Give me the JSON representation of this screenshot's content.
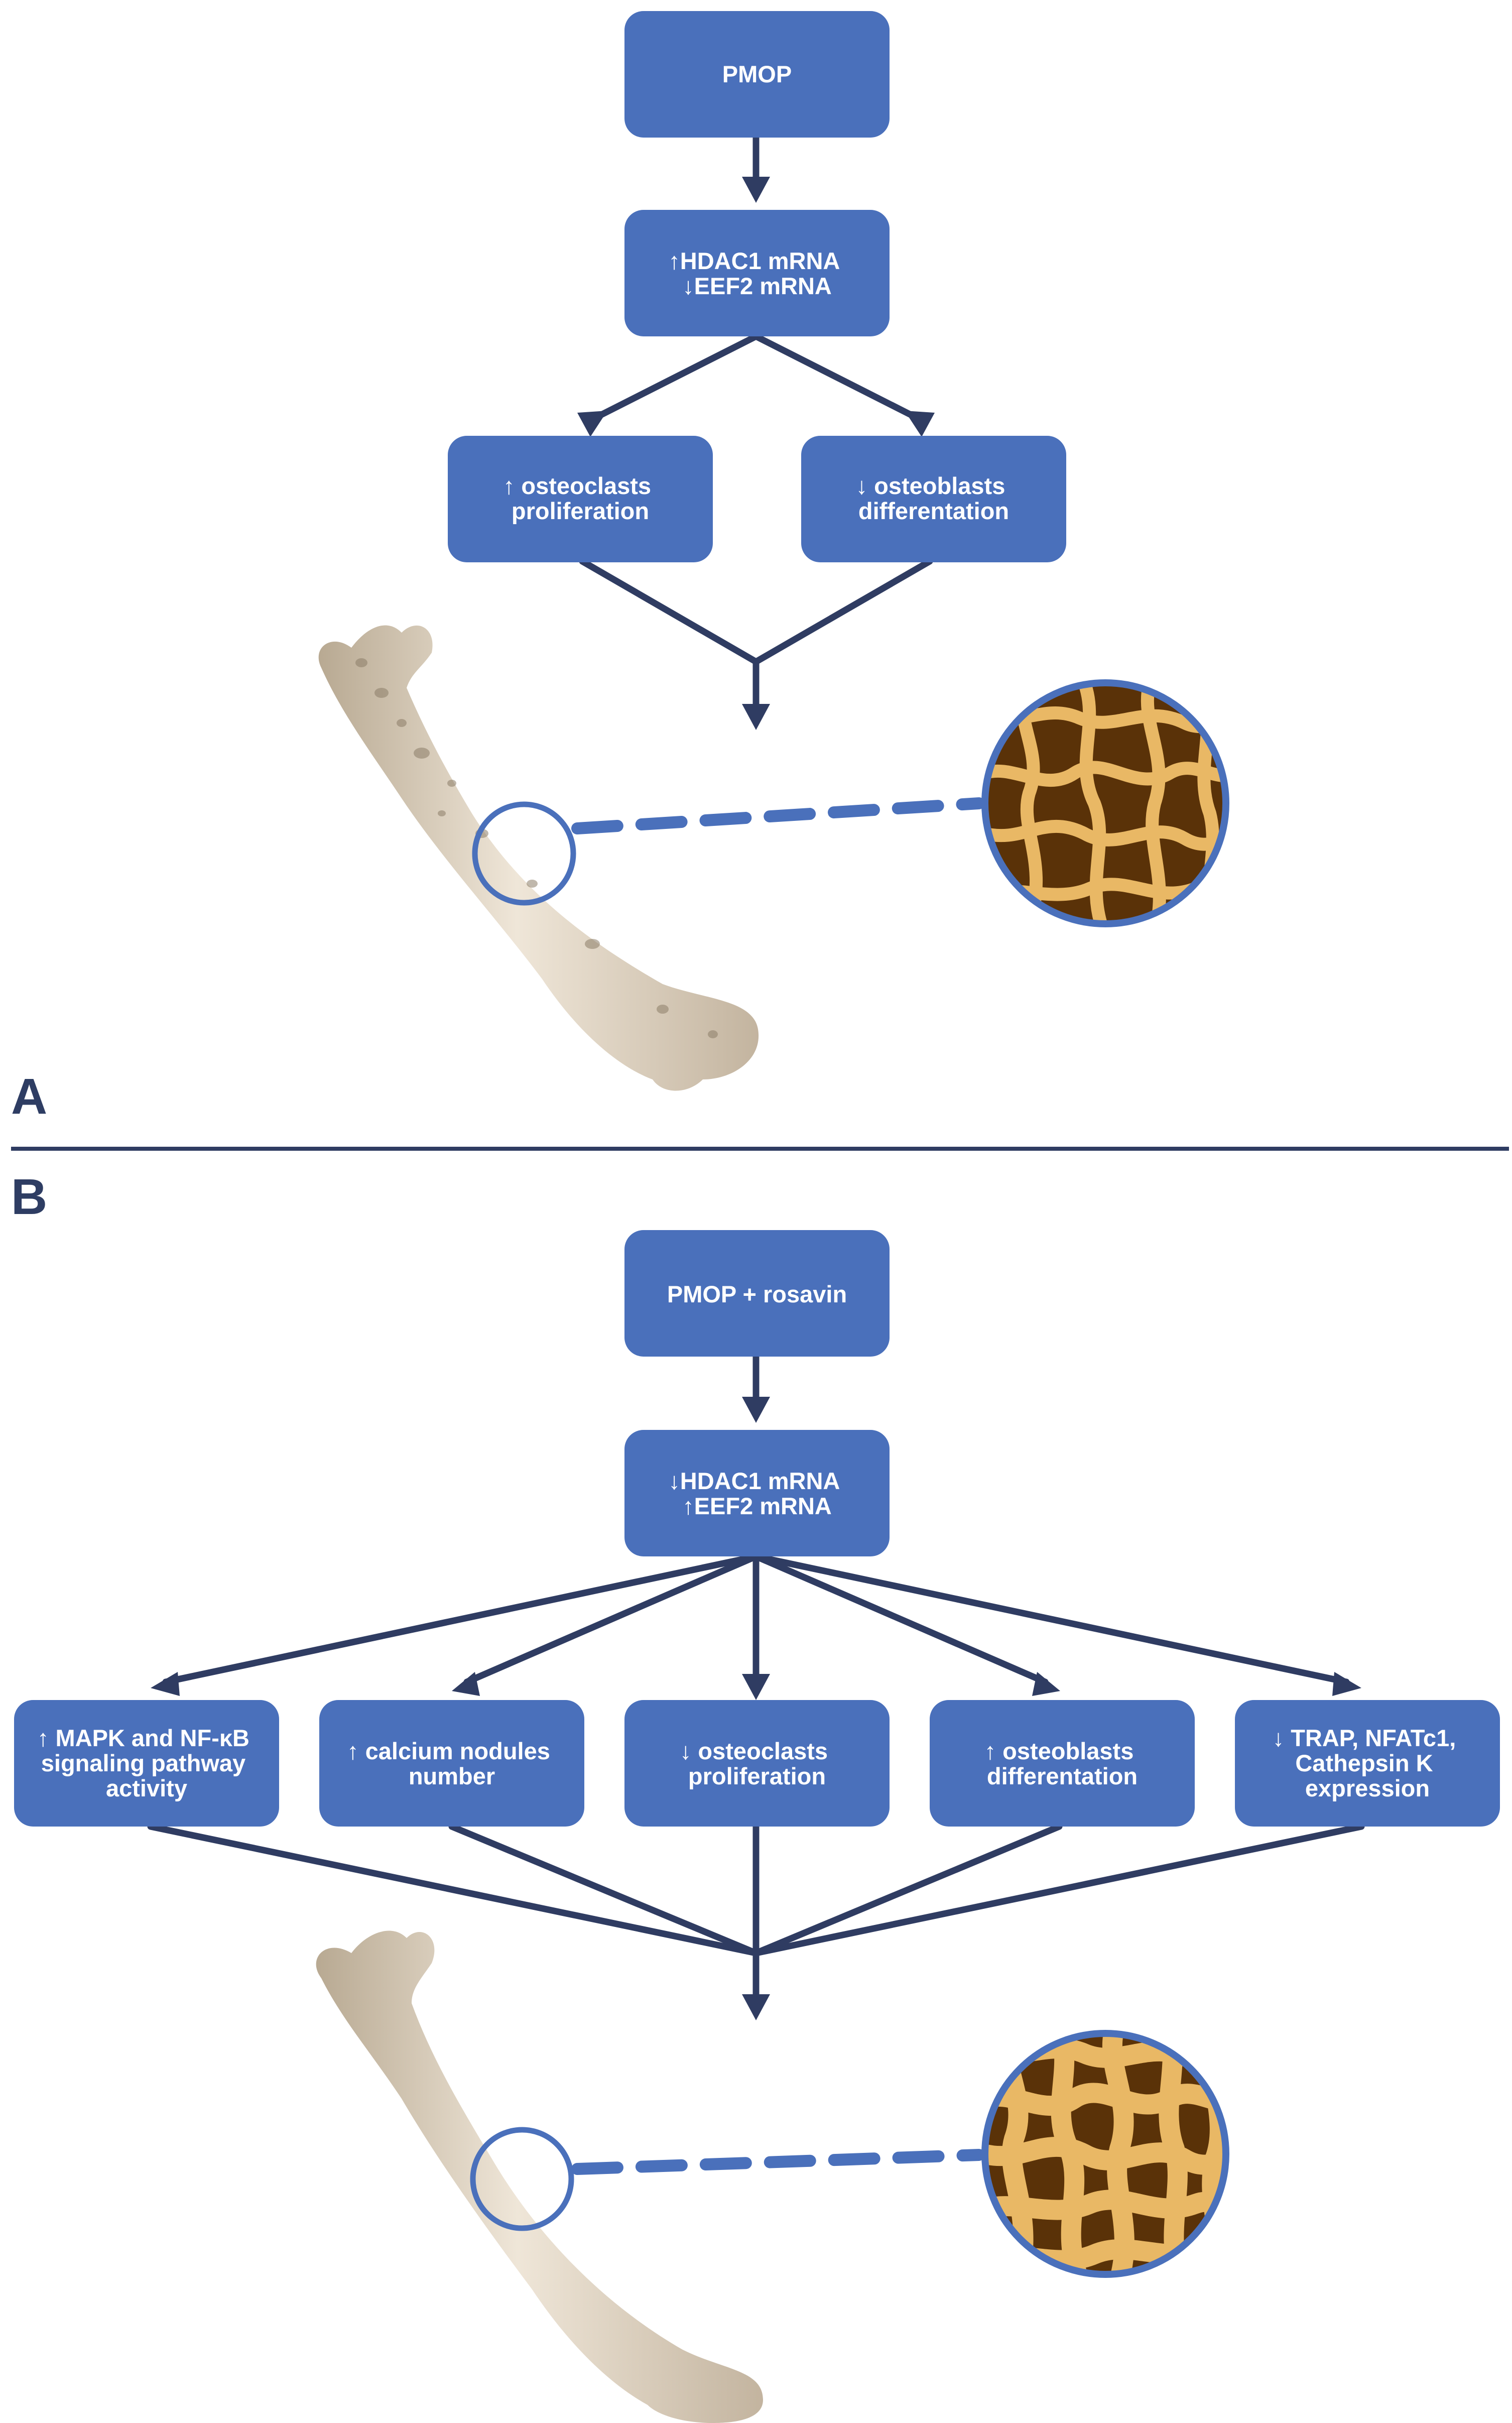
{
  "colors": {
    "box_fill": "#4a70bb",
    "arrow": "#2f3c62",
    "divider": "#2f3c62",
    "bone": "#d9cebd",
    "bone_shade": "#b9ab96",
    "trabecular_bg": "#5a3208",
    "trabecular_struts": "#e9b865",
    "circle_stroke": "#4a70bb"
  },
  "panel_a": {
    "label": "A",
    "top_box": "PMOP",
    "mrna_lines": [
      "↑HDAC1 mRNA",
      "↓EEF2 mRNA"
    ],
    "left_box_lines": [
      "↑ osteoclasts",
      "proliferation"
    ],
    "right_box_lines": [
      "↓ osteoblasts",
      "differentation"
    ],
    "bone_condition": "porous"
  },
  "panel_b": {
    "label": "B",
    "top_box": "PMOP + rosavin",
    "mrna_lines": [
      "↓HDAC1 mRNA",
      "↑EEF2 mRNA"
    ],
    "effects": [
      {
        "lines": [
          "↑ MAPK and NF-κB",
          "signaling pathway",
          "activity"
        ]
      },
      {
        "lines": [
          "↑ calcium nodules",
          "number"
        ]
      },
      {
        "lines": [
          "↓ osteoclasts",
          "proliferation"
        ]
      },
      {
        "lines": [
          "↑ osteoblasts",
          "differentation"
        ]
      },
      {
        "lines": [
          "↓ TRAP, NFATc1,",
          "Cathepsin K",
          "expression"
        ]
      }
    ],
    "bone_condition": "dense"
  },
  "icons": [
    "bone-illustration",
    "magnifier-circle",
    "trabecular-bone-detail"
  ]
}
